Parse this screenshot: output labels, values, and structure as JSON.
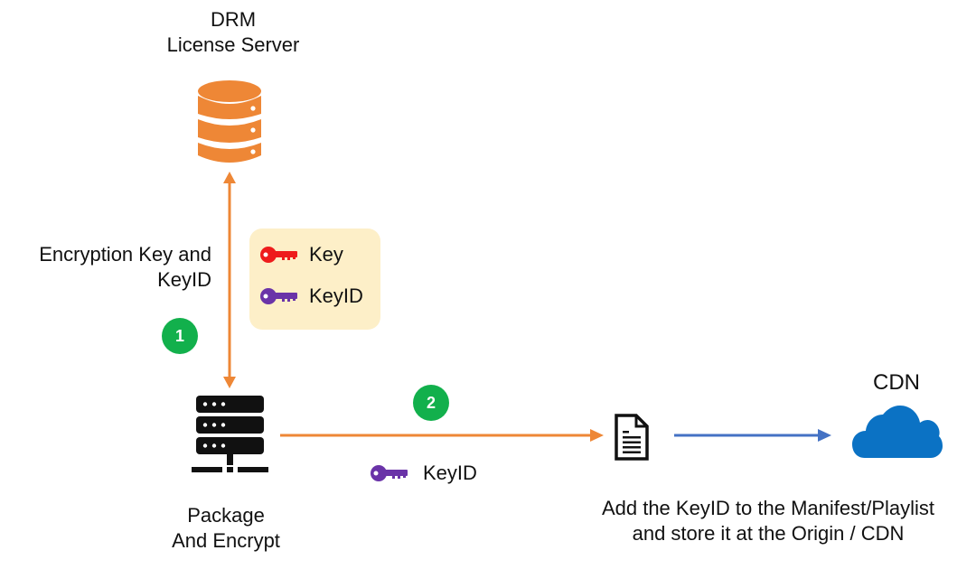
{
  "diagram": {
    "license_server": {
      "title_line1": "DRM",
      "title_line2": "License Server",
      "icon": "database-icon"
    },
    "exchange_label": {
      "line1": "Encryption Key and",
      "line2": "KeyID"
    },
    "step1": {
      "number": "1"
    },
    "step2": {
      "number": "2"
    },
    "legend": {
      "items": [
        {
          "label": "Key",
          "icon": "key-icon",
          "color": "#ee1c1c"
        },
        {
          "label": "KeyID",
          "icon": "key-icon",
          "color": "#6a33a8"
        }
      ]
    },
    "packager": {
      "title_line1": "Package",
      "title_line2": "And Encrypt",
      "icon": "server-icon"
    },
    "keyid_transfer": {
      "label": "KeyID",
      "icon": "key-icon",
      "color": "#6a33a8"
    },
    "manifest": {
      "icon": "document-icon",
      "caption_line1": "Add the KeyID to the Manifest/Playlist",
      "caption_line2": "and store it at the Origin / CDN"
    },
    "cdn": {
      "title": "CDN",
      "icon": "cloud-icon"
    },
    "colors": {
      "orange": "#ee8736",
      "blue": "#4472c4",
      "green": "#12b04c",
      "cloud": "#0b72c4",
      "legend_bg": "#fdefc8"
    }
  }
}
